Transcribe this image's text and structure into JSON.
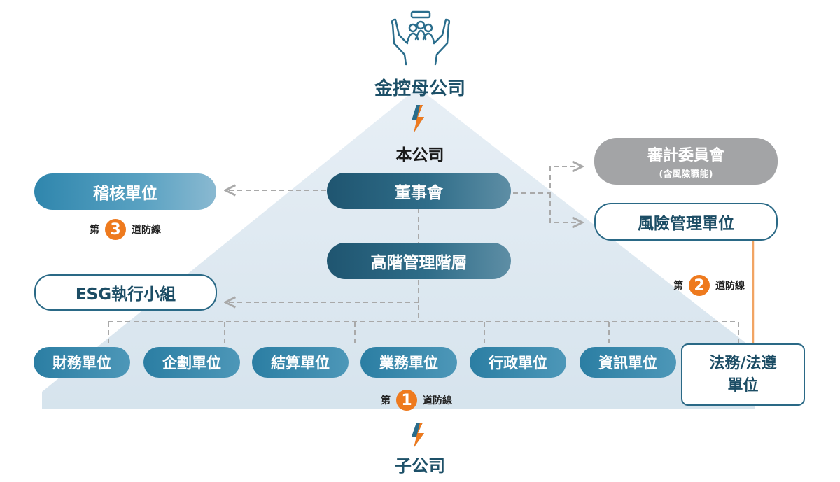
{
  "top": {
    "label": "金控母公司",
    "icon": "people-in-hands-icon"
  },
  "bank": {
    "label": "本公司"
  },
  "sub": {
    "label": "子公司"
  },
  "board": {
    "label": "董事會"
  },
  "senior_mgmt": {
    "label": "高階管理階層"
  },
  "audit_unit": {
    "label": "稽核單位"
  },
  "esg_group": {
    "label": "ESG執行小組"
  },
  "audit_committee": {
    "label": "審計委員會",
    "note": "(含風險職能)"
  },
  "risk_unit": {
    "label": "風險管理單位"
  },
  "legal_unit": {
    "line1": "法務/法遵",
    "line2": "單位"
  },
  "units": [
    "財務單位",
    "企劃單位",
    "結算單位",
    "業務單位",
    "行政單位",
    "資訊單位"
  ],
  "lines": {
    "first": {
      "prefix": "第",
      "num": "1",
      "suffix": "道防線"
    },
    "second": {
      "prefix": "第",
      "num": "2",
      "suffix": "道防線"
    },
    "third": {
      "prefix": "第",
      "num": "3",
      "suffix": "道防線"
    }
  },
  "colors": {
    "accent_orange": "#ee7a1e",
    "dark_teal": "#1f5570",
    "blue": "#2f86ad",
    "gray": "#a3a4a6",
    "pyramid": "#dfe9f1"
  }
}
